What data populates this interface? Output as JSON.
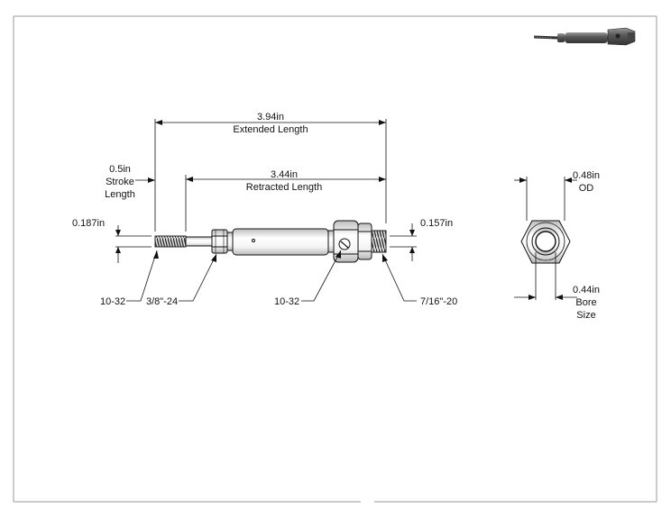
{
  "dimensions": {
    "extended_length": {
      "value": "3.94in",
      "label": "Extended Length"
    },
    "retracted_length": {
      "value": "3.44in",
      "label": "Retracted Length"
    },
    "stroke_length": {
      "value": "0.5in",
      "label1": "Stroke",
      "label2": "Length"
    },
    "rod_diameter": {
      "value": "0.187in"
    },
    "port_diameter": {
      "value": "0.157in"
    },
    "outer_diameter": {
      "value": "0.48in",
      "label": "OD"
    },
    "bore_size": {
      "value": "0.44in",
      "label1": "Bore",
      "label2": "Size"
    }
  },
  "callouts": {
    "rod_thread": "10-32",
    "nose_thread": "3/8\"-24",
    "port_thread": "10-32",
    "rear_thread": "7/16\"-20"
  },
  "colors": {
    "line": "#111111",
    "frame": "#9a9a9a",
    "body_light": "#ffffff",
    "body_shade": "#c9c9c9",
    "thumbnail_body": "#6e6e6e"
  }
}
